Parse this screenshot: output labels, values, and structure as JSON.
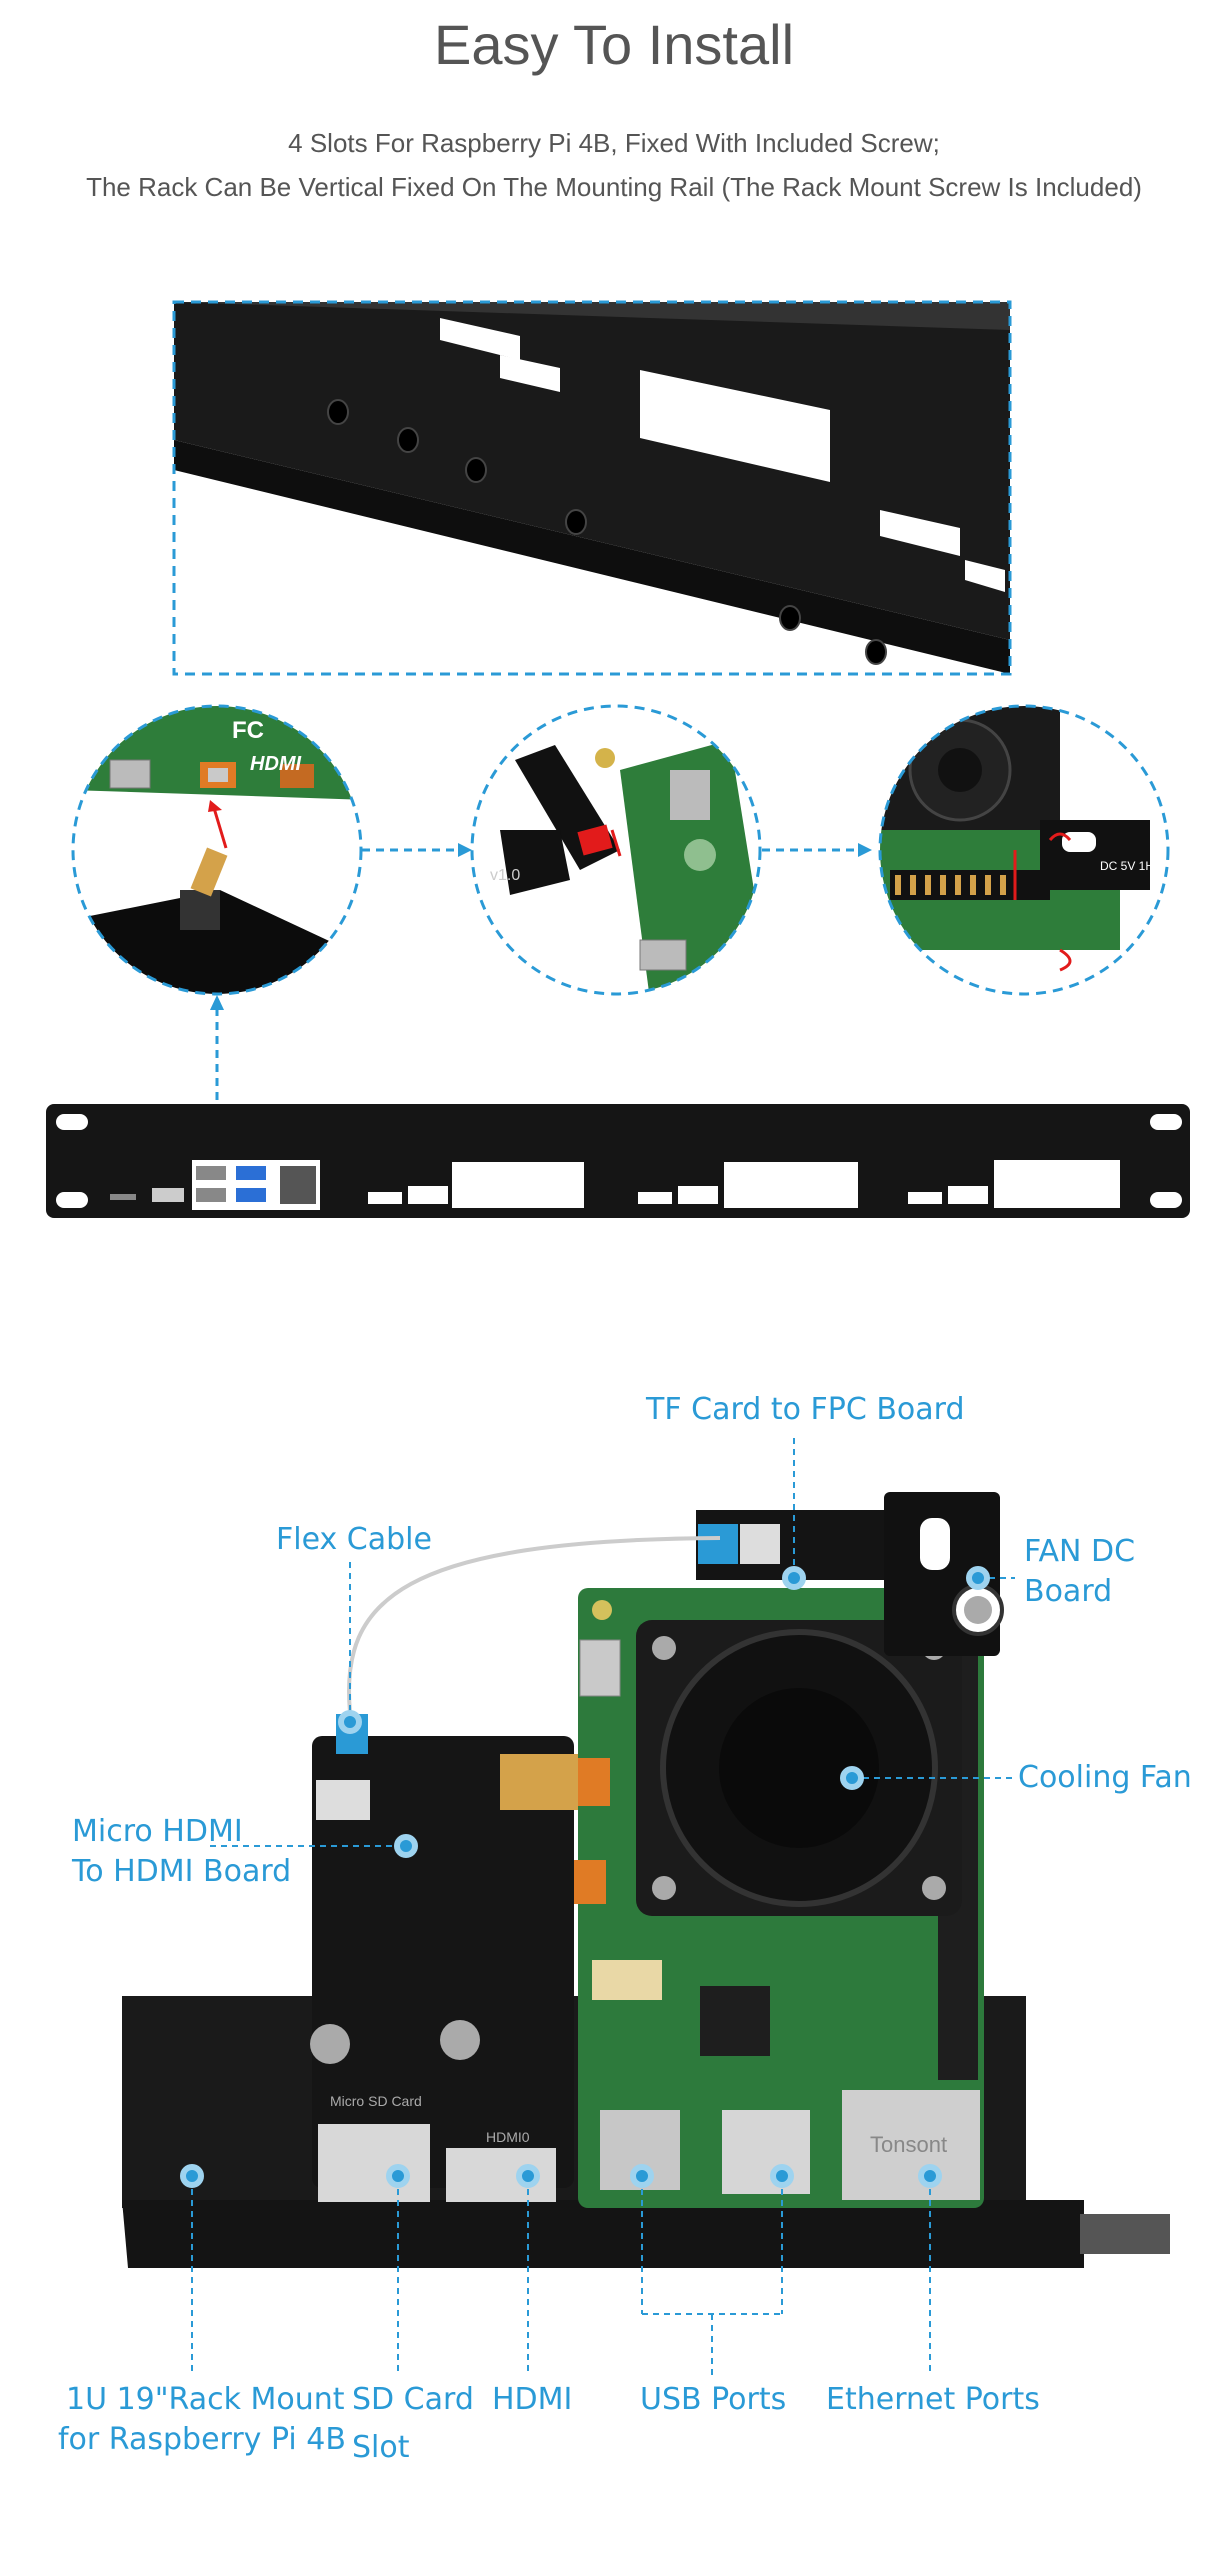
{
  "header": {
    "title": "Easy To Install",
    "subtitle_1": "4 Slots For Raspberry Pi 4B, Fixed With Included Screw;",
    "subtitle_2": "The Rack Can Be Vertical Fixed On The Mounting Rail (The Rack Mount Screw Is Included)"
  },
  "photo_text": {
    "fc_mark": "FC",
    "hdmi_mark": "HDMI",
    "board_rev": "v1.0",
    "fan_board_text": "DC 5V 1H"
  },
  "callouts": {
    "tf_card": "TF Card to FPC Board",
    "flex_cable": "Flex Cable",
    "fan_dc_1": "FAN DC",
    "fan_dc_2": "Board",
    "cooling_fan": "Cooling Fan",
    "micro_hdmi_1": "Micro HDMI",
    "micro_hdmi_2": "To HDMI Board",
    "rack_1": "1U 19\"Rack Mount",
    "rack_2": "for Raspberry Pi 4B",
    "sd_1": "SD Card",
    "sd_2": "Slot",
    "hdmi": "HDMI",
    "usb": "USB Ports",
    "ethernet": "Ethernet Ports"
  },
  "board_silkscreen": {
    "micro_sd": "Micro SD Card",
    "hdmi": "HDMI0",
    "ethernet_brand": "Tonsont",
    "hdmi_board": "HDMI"
  },
  "colors": {
    "accent": "#2a9ad6",
    "rack_black": "#151515",
    "pcb_green": "#2d7a3c"
  }
}
